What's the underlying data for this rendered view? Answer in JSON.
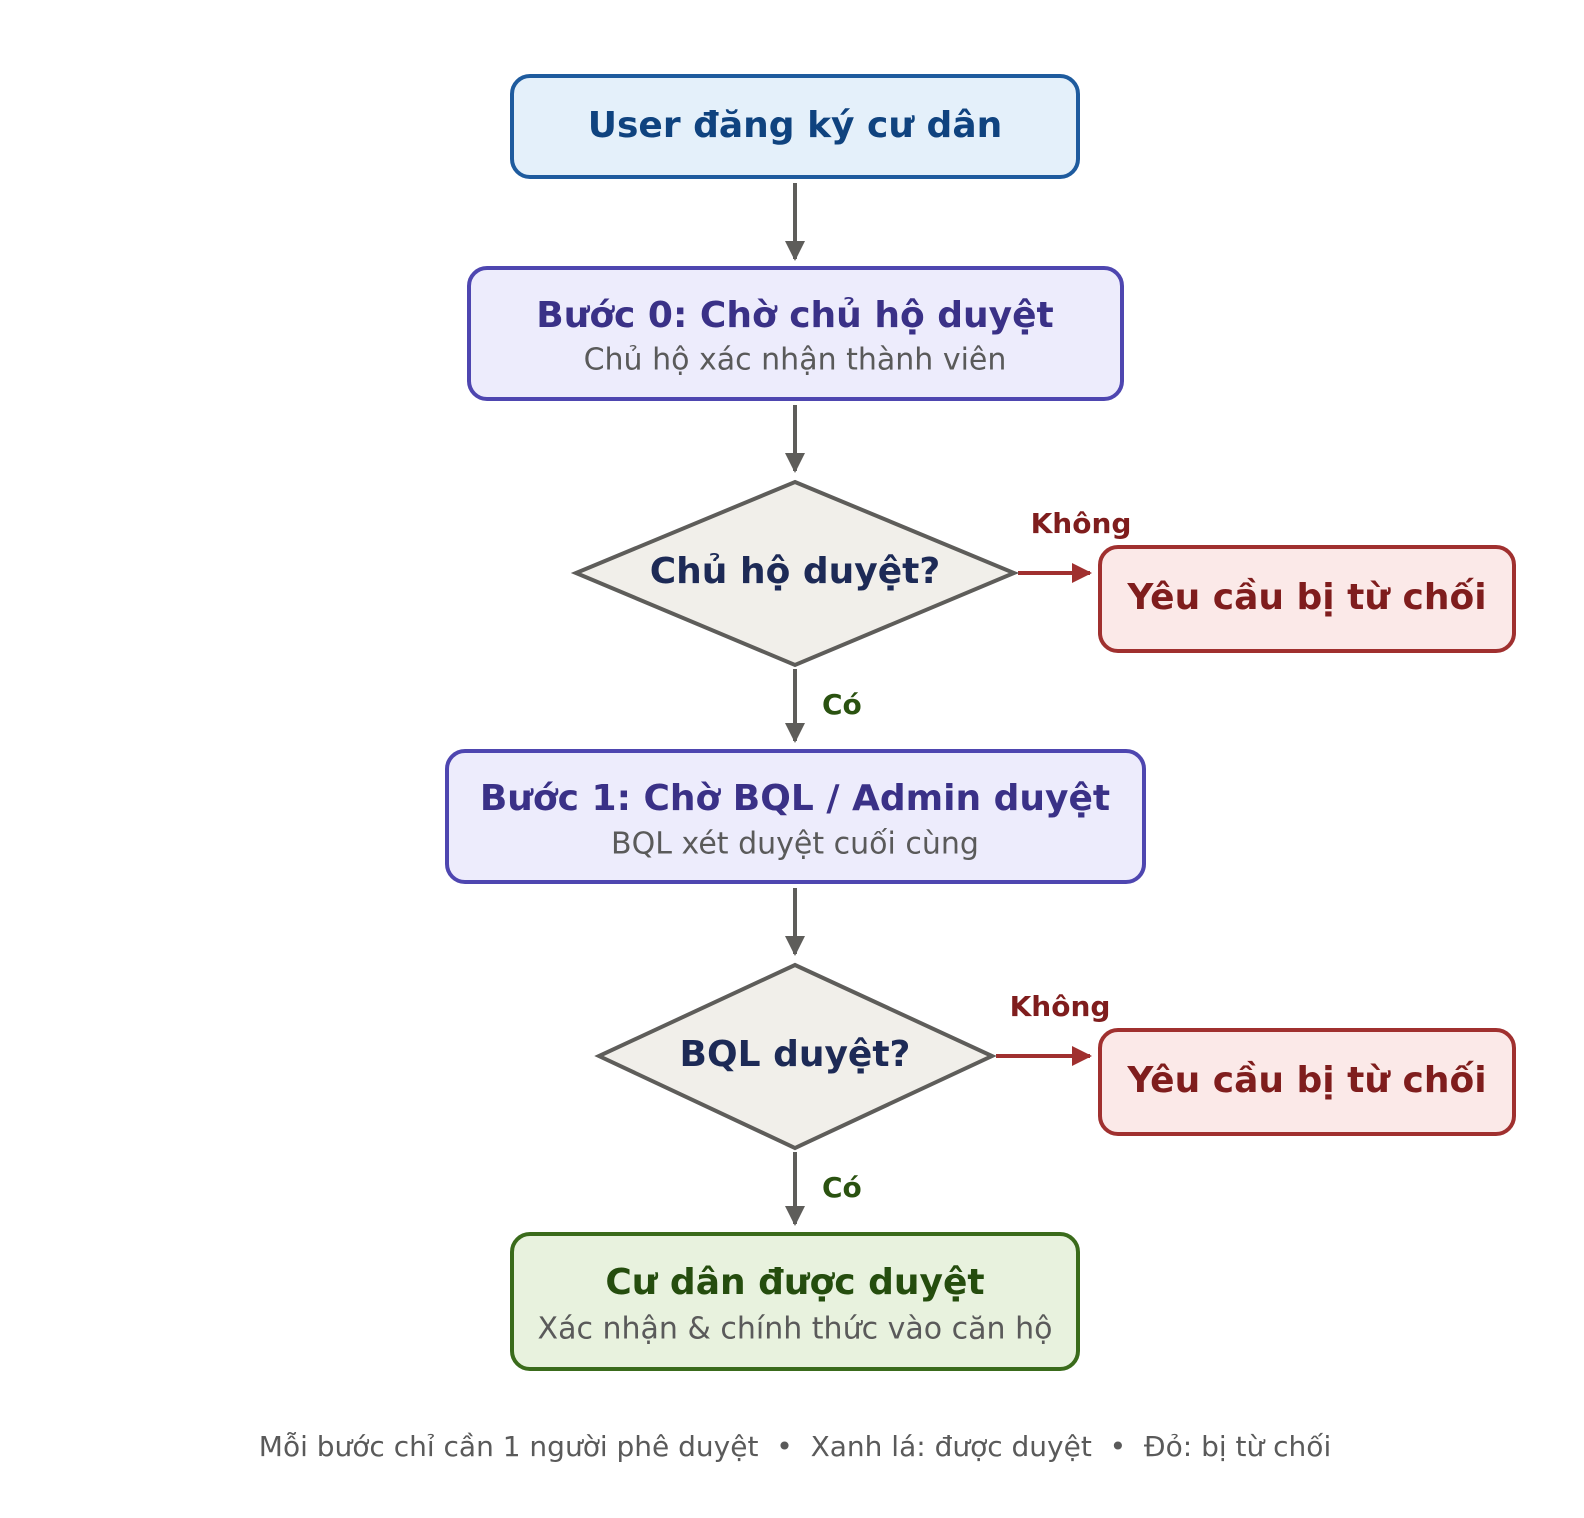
{
  "colors": {
    "start_fill": "#e4f0fa",
    "start_stroke": "#1e5b9e",
    "start_text": "#0f437f",
    "step_fill": "#edecfc",
    "step_stroke": "#4e46b0",
    "step_text": "#3a3187",
    "sub_text": "#5a5a5a",
    "decision_fill": "#f1efea",
    "decision_stroke": "#5e5d5a",
    "decision_text": "#1d2a56",
    "reject_fill": "#fbe9e8",
    "reject_stroke": "#a0302f",
    "reject_text": "#7f1d1d",
    "approved_fill": "#e8f2de",
    "approved_stroke": "#3a6b1b",
    "approved_text": "#254d0e",
    "arrow_gray": "#5e5d5a",
    "arrow_red": "#a0302f",
    "yes_label": "#2a5210",
    "no_label": "#7f1d1d"
  },
  "nodes": {
    "start": {
      "title": "User đăng ký cư dân"
    },
    "step0": {
      "title": "Bước 0: Chờ chủ hộ duyệt",
      "subtitle": "Chủ hộ xác nhận thành viên"
    },
    "decision1": {
      "label": "Chủ hộ duyệt?"
    },
    "reject1": {
      "title": "Yêu cầu bị từ chối"
    },
    "step1": {
      "title": "Bước 1: Chờ BQL / Admin duyệt",
      "subtitle": "BQL xét duyệt cuối cùng"
    },
    "decision2": {
      "label": "BQL duyệt?"
    },
    "reject2": {
      "title": "Yêu cầu bị từ chối"
    },
    "approved": {
      "title": "Cư dân được duyệt",
      "subtitle": "Xác nhận & chính thức vào căn hộ"
    }
  },
  "edges": {
    "no_label_1": "Không",
    "yes_label_1": "Có",
    "no_label_2": "Không",
    "yes_label_2": "Có"
  },
  "footer": "Mỗi bước chỉ cần 1 người phê duyệt  •  Xanh lá: được duyệt  •  Đỏ: bị từ chối"
}
